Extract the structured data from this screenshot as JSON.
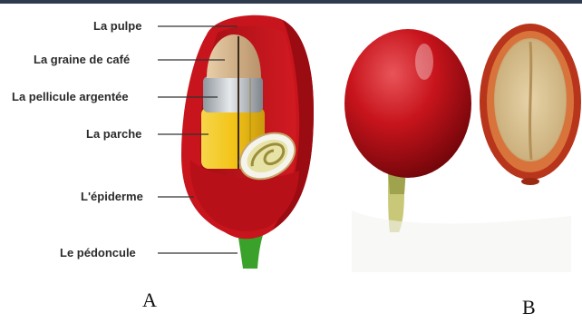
{
  "labels": {
    "pulp": "La pulpe",
    "seed": "La graine de café",
    "silverskin": "La pellicule argentée",
    "parchment": "La parche",
    "epidermis": "L'épiderme",
    "peduncle": "Le pédoncule"
  },
  "captions": {
    "a": "A",
    "b": "B"
  },
  "colors": {
    "cherry_red": "#c8141c",
    "cherry_dark": "#8e0a10",
    "seed_tan": "#d8b58a",
    "silver": "#b9bec3",
    "parchment": "#f3c418",
    "stem_green": "#3aa12a",
    "line": "#333333"
  }
}
